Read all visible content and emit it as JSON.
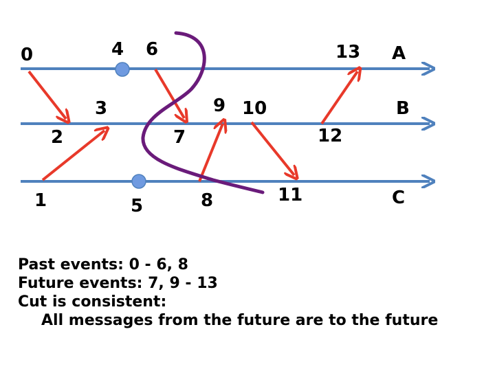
{
  "colors": {
    "timeline": "#4f81bd",
    "message": "#e8392a",
    "cut": "#6a1b7a",
    "dot": "#6f9ae0"
  },
  "processes": [
    {
      "name": "A"
    },
    {
      "name": "B"
    },
    {
      "name": "C"
    }
  ],
  "events": [
    "0",
    "1",
    "2",
    "3",
    "4",
    "5",
    "6",
    "7",
    "8",
    "9",
    "10",
    "11",
    "12",
    "13"
  ],
  "notes": {
    "past": "Past events: 0 - 6, 8",
    "future": "Future events: 7, 9 - 13",
    "consistent": "Cut is consistent:",
    "explanation": "All messages from the future are to the future"
  }
}
